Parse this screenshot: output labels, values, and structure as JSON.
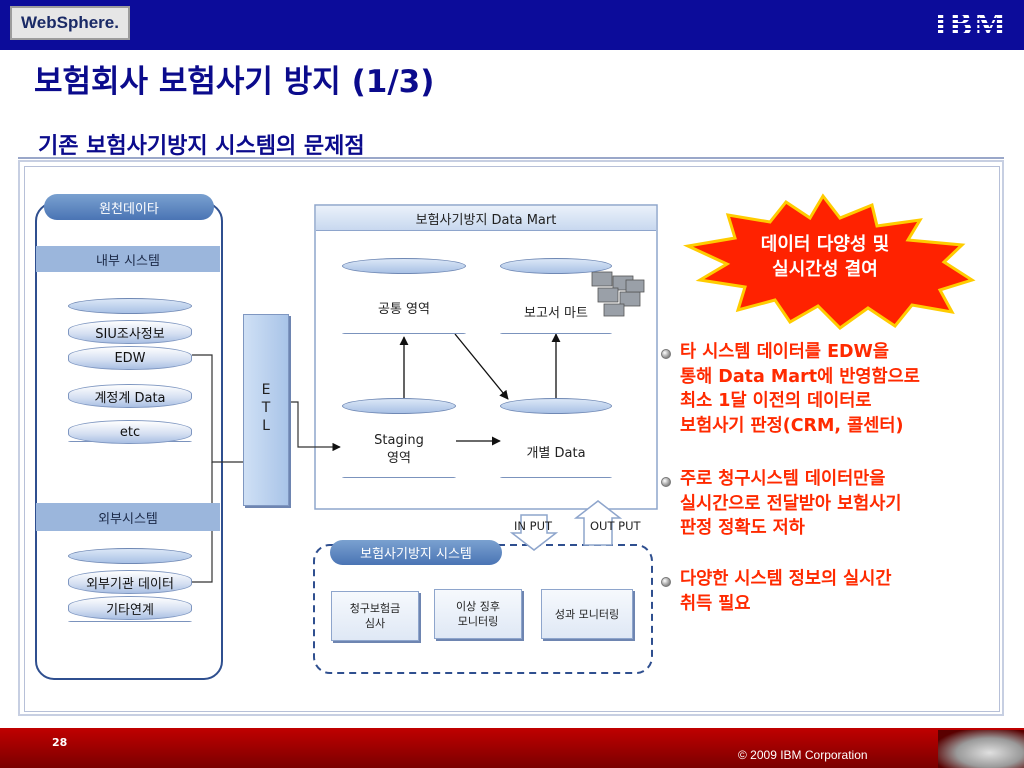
{
  "header": {
    "websphere_label": "WebSphere.",
    "ibm_label": "IBM",
    "title": "보험회사 보험사기 방지 (1/3)",
    "subtitle": "기존 보험사기방지 시스템의 문제점"
  },
  "diagram": {
    "source_pill": "원천데이타",
    "internal_bar": "내부 시스템",
    "internal_db": [
      "SIU조사정보",
      "EDW",
      "계정계 Data",
      "etc"
    ],
    "external_bar": "외부시스템",
    "external_db": [
      "외부기관 데이터",
      "기타연계"
    ],
    "etl_letters": [
      "E",
      "T",
      "L"
    ],
    "datamart_title": "보험사기방지 Data Mart",
    "dm_common": "공통 영역",
    "dm_report": "보고서 마트",
    "dm_staging": [
      "Staging",
      "영역"
    ],
    "dm_individual": "개별 Data",
    "input_label": "IN PUT",
    "output_label": "OUT PUT",
    "system_pill": "보험사기방지 시스템",
    "system_boxes": [
      [
        "청구보험금",
        "심사"
      ],
      [
        "이상 징후",
        "모니터링"
      ],
      [
        "성과 모니터링"
      ]
    ]
  },
  "callout": {
    "line1": "데이터 다양성 및",
    "line2": "실시간성 결여",
    "fill_color": "#ff2200",
    "glow_color": "#ffcc00"
  },
  "bullets": [
    [
      "타 시스템 데이터를 EDW을",
      "통해 Data Mart에 반영함으로",
      "최소 1달 이전의 데이터로",
      "보험사기 판정(CRM, 콜센터)"
    ],
    [
      "주로 청구시스템 데이터만을",
      "실시간으로 전달받아 보험사기",
      "판정 정확도 저하"
    ],
    [
      "다양한 시스템 정보의 실시간",
      "취득 필요"
    ]
  ],
  "footer": {
    "page_number": "28",
    "copyright": "© 2009 IBM Corporation"
  },
  "colors": {
    "header_bg": "#0c0c9a",
    "title_color": "#0b0b8c",
    "bullet_color": "#ff2a00",
    "footer_bg": "#a00000"
  }
}
